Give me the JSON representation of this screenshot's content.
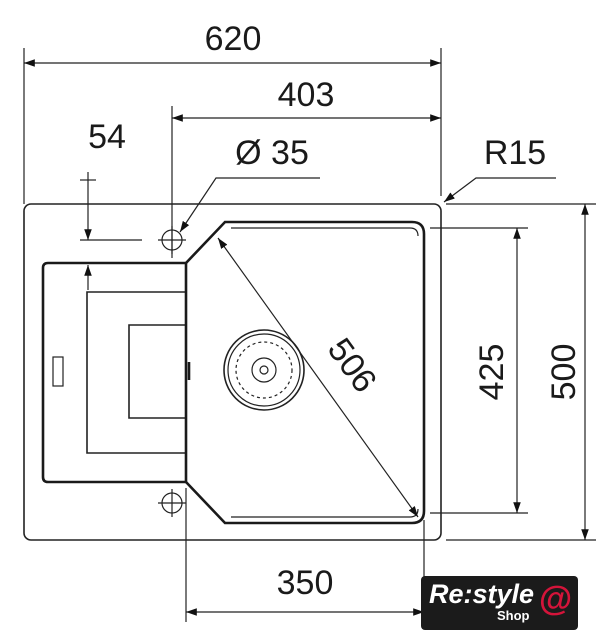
{
  "drawing": {
    "dimensions": {
      "overall_width": "620",
      "bowl_offset_width": "403",
      "hole_offset": "54",
      "tap_hole_diameter": "Ø 35",
      "corner_radius": "R15",
      "bowl_diagonal": "506",
      "bowl_depth": "425",
      "overall_depth": "500",
      "bowl_width": "350"
    }
  },
  "logo": {
    "brand": "Re:style",
    "sub": "Shop",
    "accent_color": "#d4143a"
  }
}
